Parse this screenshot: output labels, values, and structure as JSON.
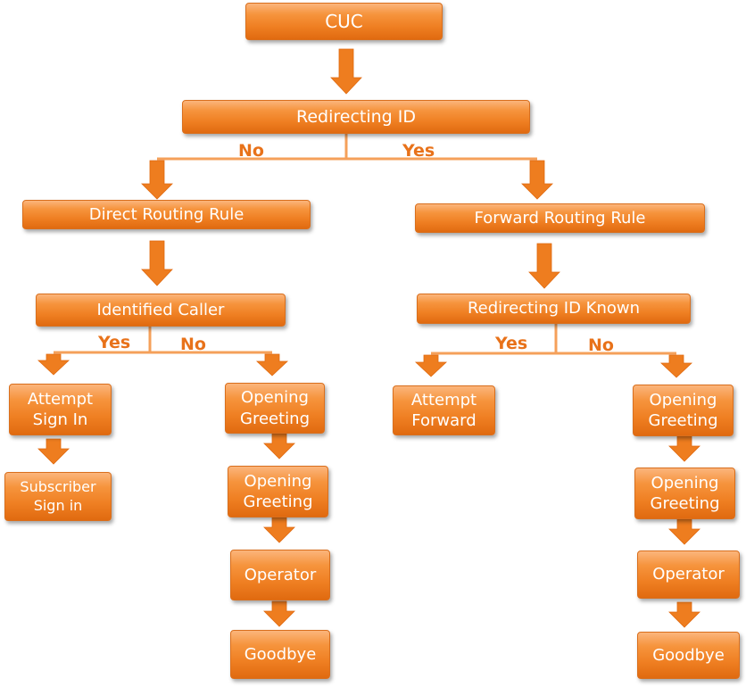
{
  "nodes": {
    "cuc": "CUC",
    "redirecting_id": "Redirecting ID",
    "direct_routing_rule": "Direct Routing Rule",
    "forward_routing_rule": "Forward Routing Rule",
    "identified_caller": "Identified Caller",
    "redirecting_id_known": "Redirecting ID Known",
    "attempt_sign_in": [
      "Attempt",
      "Sign In"
    ],
    "subscriber_sign_in": [
      "Subscriber",
      "Sign in"
    ],
    "left_opening_greeting_1": [
      "Opening",
      "Greeting"
    ],
    "left_opening_greeting_2": [
      "Opening",
      "Greeting"
    ],
    "left_operator": "Operator",
    "left_goodbye": "Goodbye",
    "attempt_forward": [
      "Attempt",
      "Forward"
    ],
    "right_opening_greeting_1": [
      "Opening",
      "Greeting"
    ],
    "right_opening_greeting_2": [
      "Opening",
      "Greeting"
    ],
    "right_operator": "Operator",
    "right_goodbye": "Goodbye"
  },
  "branch_labels": {
    "redirecting_no": "No",
    "redirecting_yes": "Yes",
    "identified_yes": "Yes",
    "identified_no": "No",
    "known_yes": "Yes",
    "known_no": "No"
  },
  "colors": {
    "box_fill": "#f08a30",
    "connector": "#f5a05a",
    "arrow": "#ee7d1f",
    "label_text": "#e8721a",
    "box_text": "#ffffff"
  }
}
